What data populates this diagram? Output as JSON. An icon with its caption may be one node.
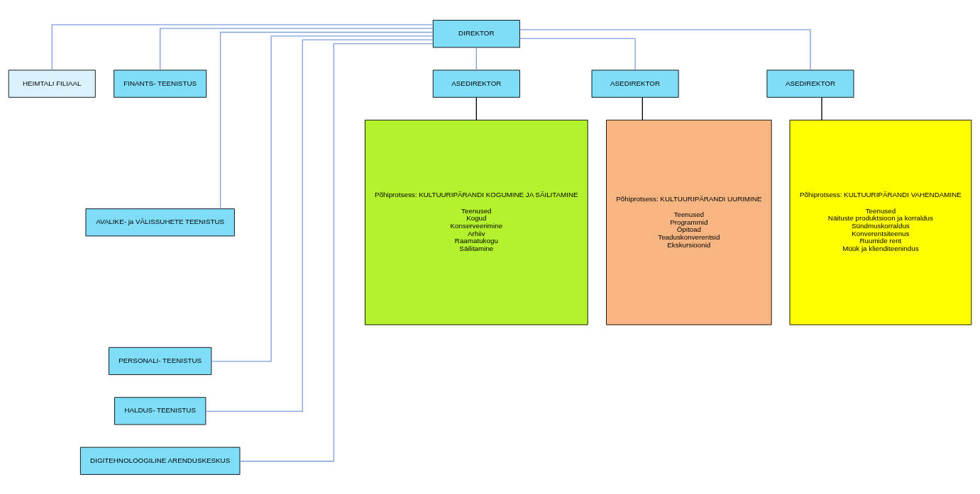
{
  "diagram": {
    "nodes": [
      {
        "text": [
          "DIREKTOR"
        ]
      },
      {
        "text": [
          "HEIMTALI FILIAAL"
        ]
      },
      {
        "text": [
          "FINANTS- TEENISTUS"
        ]
      },
      {
        "text": [
          "AVALIKE- ja VÄLISSUHETE TEENISTUS"
        ]
      },
      {
        "text": [
          "PERSONALI- TEENISTUS"
        ]
      },
      {
        "text": [
          "HALDUS- TEENISTUS"
        ]
      },
      {
        "text": [
          "DIGITEHNOLOOGILINE ARENDUSKESKUS"
        ]
      },
      {
        "text": [
          "ASEDIREKTOR"
        ]
      },
      {
        "text": [
          "ASEDIREKTOR"
        ]
      },
      {
        "text": [
          "ASEDIREKTOR"
        ]
      },
      {
        "text": [
          "Põhiprotsess: KULTUURIPÄRANDI KOGUMINE JA SÄILITAMINE",
          "Teenused",
          "Kogud",
          "Konserveerimine",
          "Arhiiv",
          "Raamatukogu",
          "Säilitamine"
        ]
      },
      {
        "text": [
          "Põhiprotsess: KULTUURIPÄRANDI UURIMINE",
          "Teenused",
          "Programmid",
          "Õpitoad",
          "Teaduskonverentsid",
          "Ekskursioonid"
        ]
      },
      {
        "text": [
          "Põhiprotsess: KULTUURIPÄRANDI VAHENDAMINE",
          "Teenused",
          "Näituste produktsioon ja korraldus",
          "Sündmuskorraldus",
          "Konverentsiteenus",
          "Ruumide rent",
          "Müük ja klienditeenindus"
        ]
      }
    ],
    "edges": [
      {
        "from": 0,
        "to": 1,
        "arrow": "none"
      },
      {
        "from": 0,
        "to": 2,
        "arrow": "none"
      },
      {
        "from": 0,
        "to": 3,
        "arrow": "none"
      },
      {
        "from": 0,
        "to": 4,
        "arrow": "none"
      },
      {
        "from": 0,
        "to": 5,
        "arrow": "none"
      },
      {
        "from": 0,
        "to": 6,
        "arrow": "none"
      },
      {
        "from": 0,
        "to": 7,
        "arrow": "none"
      },
      {
        "from": 0,
        "to": 8,
        "arrow": "none"
      },
      {
        "from": 0,
        "to": 9,
        "arrow": "none"
      },
      {
        "from": 7,
        "to": 10,
        "arrow": "none",
        "color": "#000000"
      },
      {
        "from": 8,
        "to": 11,
        "arrow": "none",
        "color": "#000000"
      },
      {
        "from": 9,
        "to": 12,
        "arrow": "none",
        "color": "#000000"
      }
    ]
  }
}
